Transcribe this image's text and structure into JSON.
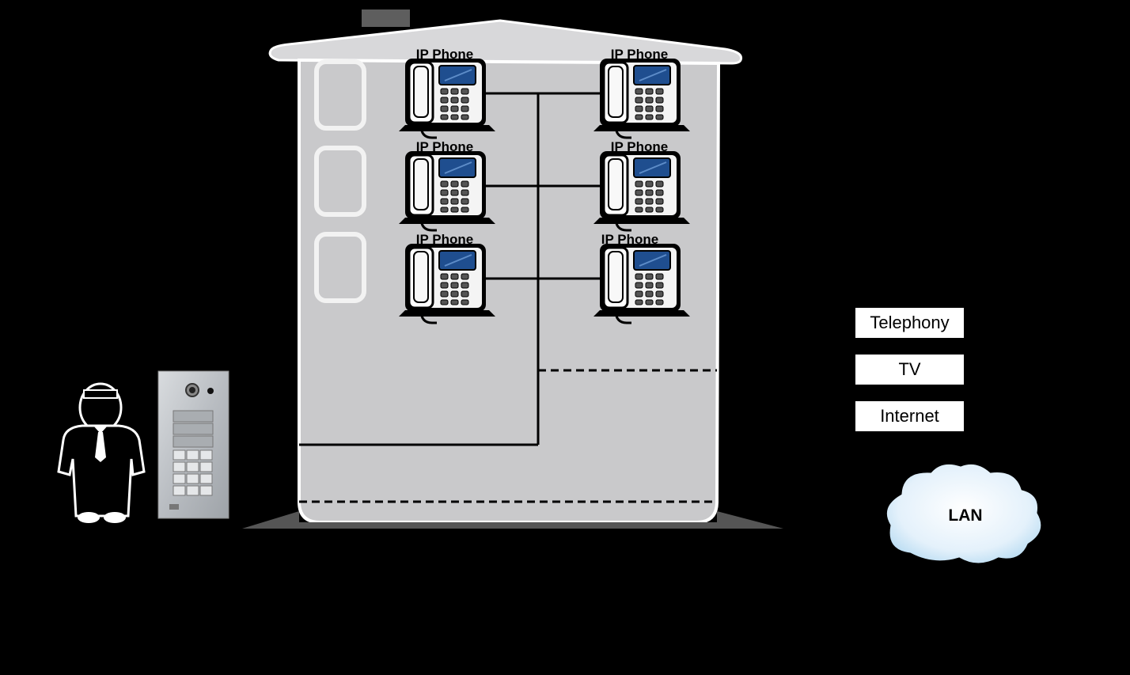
{
  "phones": [
    {
      "label": "IP Phone"
    },
    {
      "label": "IP Phone"
    },
    {
      "label": "IP Phone"
    },
    {
      "label": "IP Phone"
    },
    {
      "label": "IP Phone"
    },
    {
      "label": "IP Phone"
    }
  ],
  "services": [
    {
      "label": "Telephony"
    },
    {
      "label": "TV"
    },
    {
      "label": "Internet"
    }
  ],
  "cloud": {
    "label": "LAN"
  },
  "colors": {
    "background": "#000000",
    "building": "#c9c9cb",
    "wall_outline": "#ffffff",
    "phone_screen": "#1f4e8f",
    "label_bg": "#ffffff"
  }
}
